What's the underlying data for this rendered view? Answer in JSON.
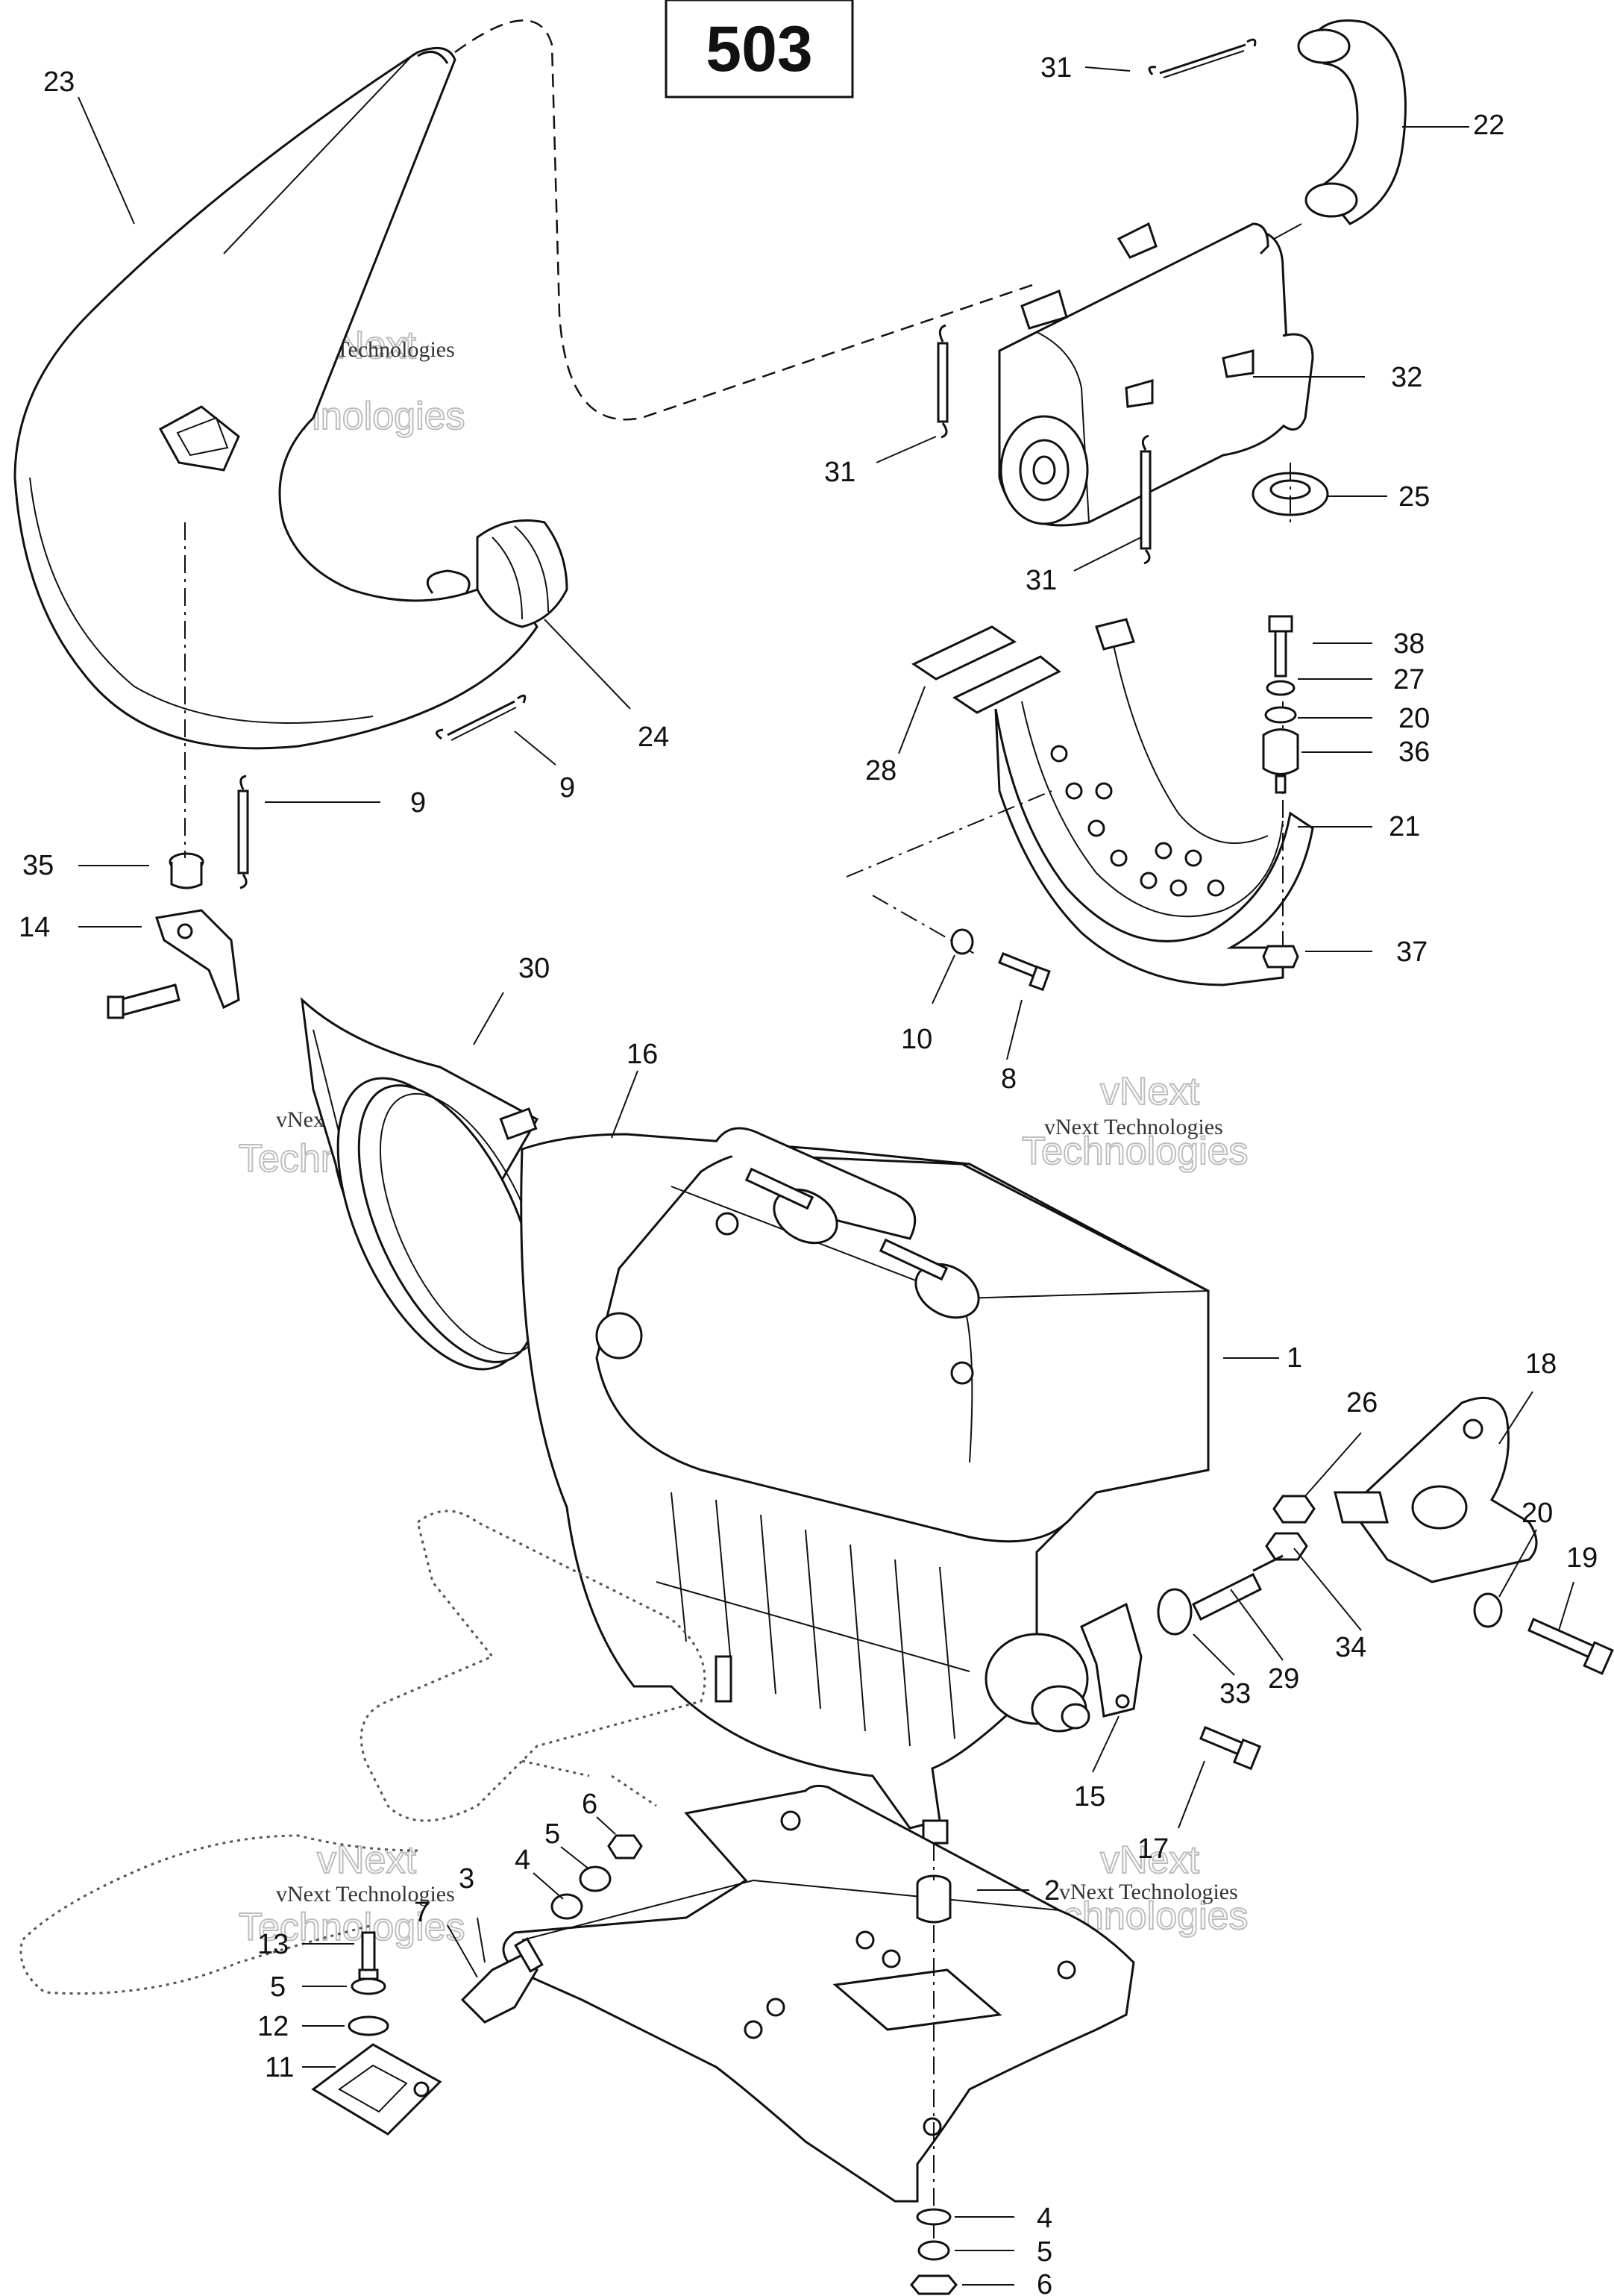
{
  "diagram_title": "503",
  "watermark": {
    "line1": "vNext Technologies",
    "line2_top": "vNext",
    "line2_bottom": "Technologies"
  },
  "callouts": [
    {
      "id": "c-23",
      "text": "23"
    },
    {
      "id": "c-31a",
      "text": "31"
    },
    {
      "id": "c-22",
      "text": "22"
    },
    {
      "id": "c-32",
      "text": "32"
    },
    {
      "id": "c-31b",
      "text": "31"
    },
    {
      "id": "c-25",
      "text": "25"
    },
    {
      "id": "c-31c",
      "text": "31"
    },
    {
      "id": "c-38",
      "text": "38"
    },
    {
      "id": "c-27",
      "text": "27"
    },
    {
      "id": "c-20a",
      "text": "20"
    },
    {
      "id": "c-36",
      "text": "36"
    },
    {
      "id": "c-28",
      "text": "28"
    },
    {
      "id": "c-21",
      "text": "21"
    },
    {
      "id": "c-37",
      "text": "37"
    },
    {
      "id": "c-10",
      "text": "10"
    },
    {
      "id": "c-8",
      "text": "8"
    },
    {
      "id": "c-24",
      "text": "24"
    },
    {
      "id": "c-9a",
      "text": "9"
    },
    {
      "id": "c-9b",
      "text": "9"
    },
    {
      "id": "c-35",
      "text": "35"
    },
    {
      "id": "c-14",
      "text": "14"
    },
    {
      "id": "c-30",
      "text": "30"
    },
    {
      "id": "c-16",
      "text": "16"
    },
    {
      "id": "c-1",
      "text": "1"
    },
    {
      "id": "c-18",
      "text": "18"
    },
    {
      "id": "c-26",
      "text": "26"
    },
    {
      "id": "c-20b",
      "text": "20"
    },
    {
      "id": "c-19",
      "text": "19"
    },
    {
      "id": "c-34",
      "text": "34"
    },
    {
      "id": "c-29",
      "text": "29"
    },
    {
      "id": "c-33",
      "text": "33"
    },
    {
      "id": "c-15",
      "text": "15"
    },
    {
      "id": "c-17",
      "text": "17"
    },
    {
      "id": "c-6a",
      "text": "6"
    },
    {
      "id": "c-5a",
      "text": "5"
    },
    {
      "id": "c-4a",
      "text": "4"
    },
    {
      "id": "c-3",
      "text": "3"
    },
    {
      "id": "c-7",
      "text": "7"
    },
    {
      "id": "c-2",
      "text": "2"
    },
    {
      "id": "c-13",
      "text": "13"
    },
    {
      "id": "c-5b",
      "text": "5"
    },
    {
      "id": "c-12",
      "text": "12"
    },
    {
      "id": "c-11",
      "text": "11"
    },
    {
      "id": "c-4b",
      "text": "4"
    },
    {
      "id": "c-5c",
      "text": "5"
    },
    {
      "id": "c-6b",
      "text": "6"
    }
  ]
}
